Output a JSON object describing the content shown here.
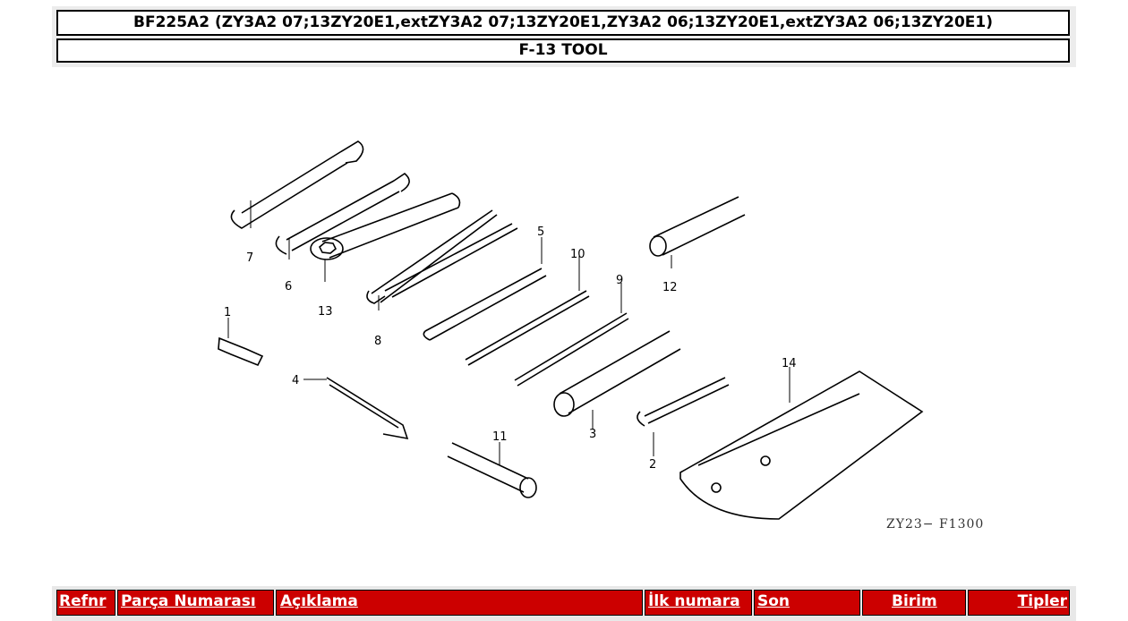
{
  "header": {
    "model_title": "BF225A2 (ZY3A2 07;13ZY20E1,extZY3A2 07;13ZY20E1,ZY3A2 06;13ZY20E1,extZY3A2 06;13ZY20E1)",
    "section_title": "F-13 TOOL"
  },
  "diagram": {
    "callouts": [
      "1",
      "2",
      "3",
      "4",
      "5",
      "6",
      "7",
      "8",
      "9",
      "10",
      "11",
      "12",
      "13",
      "14"
    ],
    "drawing_code": "ZY23− F1300"
  },
  "table": {
    "columns": [
      "Refnr",
      "Parça Numarası",
      "Açıklama",
      "İlk numara",
      "Son",
      "Birim",
      "Tipler"
    ]
  }
}
